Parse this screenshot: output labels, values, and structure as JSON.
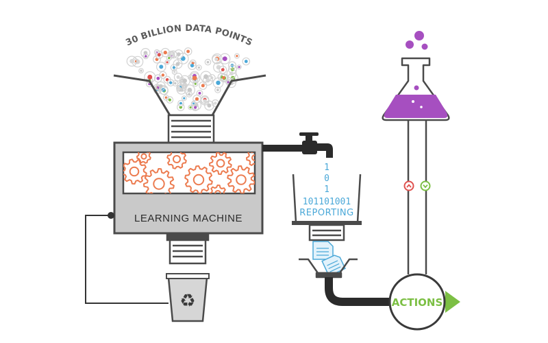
{
  "funnel": {
    "label": "30 BILLION DATA POINTS"
  },
  "machine": {
    "label": "LEARNING MACHINE"
  },
  "reporting": {
    "bits": [
      "1",
      "0",
      "1"
    ],
    "binary": "101101001",
    "label": "REPORTING"
  },
  "actions": {
    "label": "ACTIONS"
  },
  "colors": {
    "outline": "#4a4a4a",
    "machine_gray": "#c9c9c9",
    "gear_orange": "#ec7b4f",
    "data_blue": "#4aa8d8",
    "flask_purple": "#a64fc0",
    "action_green": "#7cbf44",
    "up_red": "#e0514e"
  },
  "icons": {
    "recycle": "recycle-icon",
    "up": "chevron-up-icon",
    "down": "chevron-down-icon",
    "faucet": "faucet-icon",
    "document": "document-icon"
  }
}
